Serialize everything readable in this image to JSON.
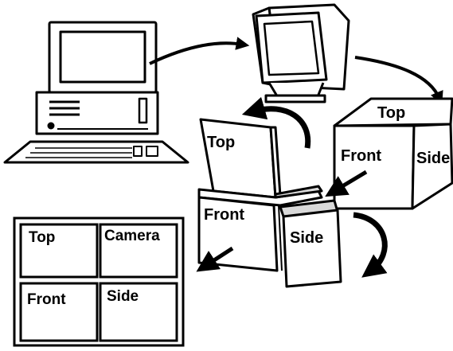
{
  "diagram": {
    "unfolded_box": {
      "top_label": "Top",
      "front_label": "Front",
      "side_label": "Side"
    },
    "cube": {
      "top_label": "Top",
      "front_label": "Front",
      "side_label": "Side"
    },
    "viewport_layout": {
      "top_left": "Top",
      "top_right": "Camera",
      "bottom_left": "Front",
      "bottom_right": "Side"
    }
  },
  "colors": {
    "ink": "#000000",
    "paper": "#ffffff",
    "shade": "#d9d9d9"
  },
  "icons": [
    "desktop-computer-icon",
    "crt-monitor-icon",
    "curved-arrow-icon"
  ]
}
